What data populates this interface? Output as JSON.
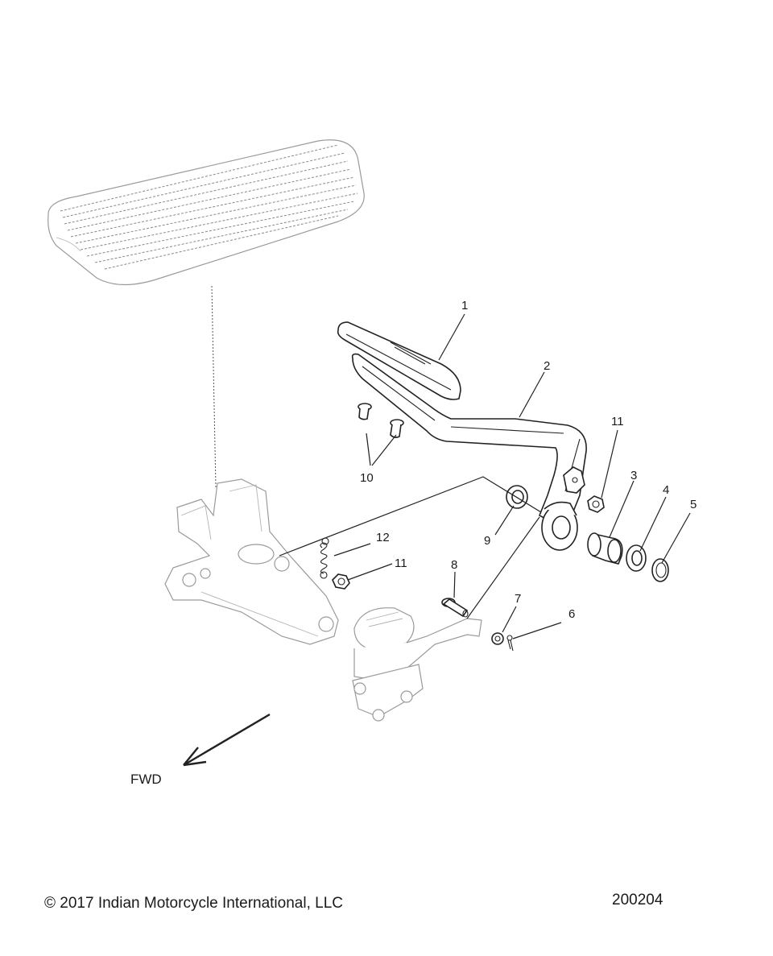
{
  "diagram": {
    "callouts": [
      {
        "id": "1",
        "label": "1"
      },
      {
        "id": "2",
        "label": "2"
      },
      {
        "id": "3",
        "label": "3"
      },
      {
        "id": "4",
        "label": "4"
      },
      {
        "id": "5",
        "label": "5"
      },
      {
        "id": "6",
        "label": "6"
      },
      {
        "id": "7",
        "label": "7"
      },
      {
        "id": "8",
        "label": "8"
      },
      {
        "id": "9",
        "label": "9"
      },
      {
        "id": "10",
        "label": "10"
      },
      {
        "id": "11a",
        "label": "11"
      },
      {
        "id": "11b",
        "label": "11"
      },
      {
        "id": "12",
        "label": "12"
      }
    ],
    "direction_label": "FWD"
  },
  "footer": {
    "copyright": "© 2017 Indian Motorcycle International, LLC",
    "diagram_number": "200204"
  }
}
